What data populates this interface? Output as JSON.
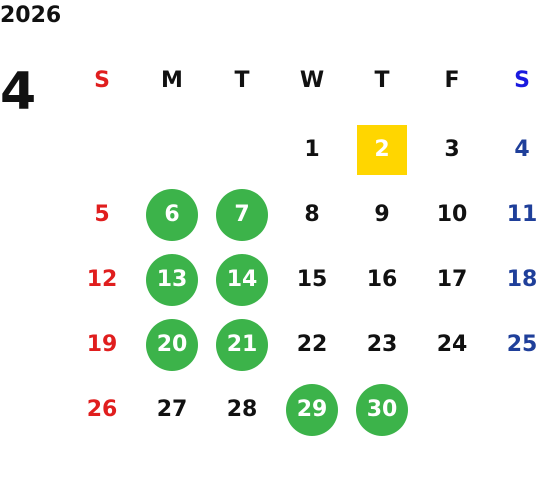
{
  "year": "2026",
  "month": "4",
  "weekdays": [
    "S",
    "M",
    "T",
    "W",
    "T",
    "F",
    "S"
  ],
  "weeks": [
    [
      "",
      "",
      "",
      "1",
      "2",
      "3",
      "4"
    ],
    [
      "5",
      "6",
      "7",
      "8",
      "9",
      "10",
      "11"
    ],
    [
      "12",
      "13",
      "14",
      "15",
      "16",
      "17",
      "18"
    ],
    [
      "19",
      "20",
      "21",
      "22",
      "23",
      "24",
      "25"
    ],
    [
      "26",
      "27",
      "28",
      "29",
      "30",
      "",
      ""
    ]
  ],
  "highlighted_days": [
    "6",
    "7",
    "13",
    "14",
    "20",
    "21",
    "29",
    "30"
  ],
  "today": "2",
  "colors": {
    "sunday": "#e01e1e",
    "saturday": "#1f3f9a",
    "highlight": "#3cb34a",
    "today": "#ffd600"
  }
}
